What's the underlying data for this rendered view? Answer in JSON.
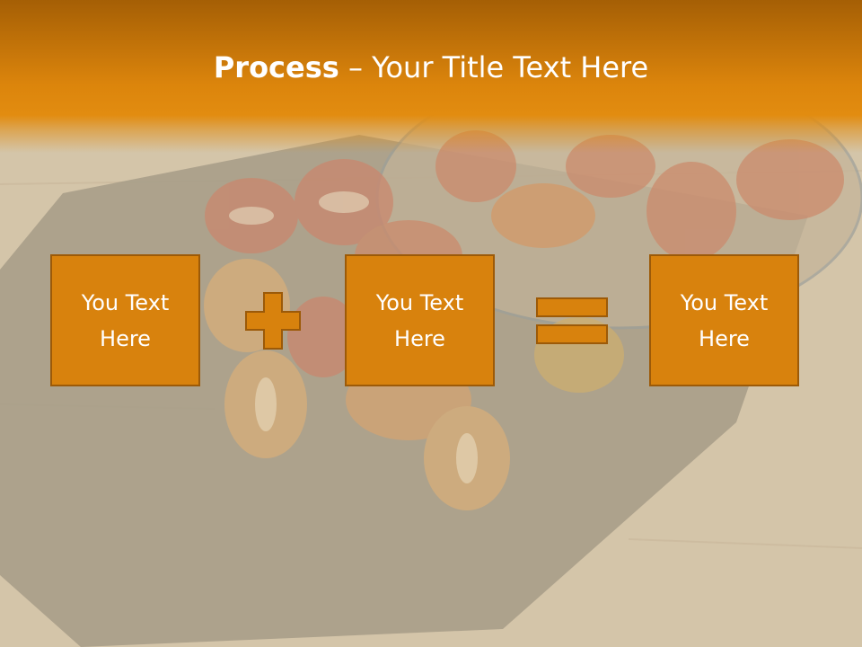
{
  "slide": {
    "title_bold": "Process",
    "title_dash": " – ",
    "title_rest": "Your Title Text Here"
  },
  "boxes": [
    {
      "line1": "You Text",
      "line2": "Here"
    },
    {
      "line1": "You Text",
      "line2": "Here"
    },
    {
      "line1": "You Text",
      "line2": "Here"
    }
  ],
  "operators": {
    "first": "plus-icon",
    "second": "equals-icon"
  },
  "colors": {
    "header_orange": "#dc850c",
    "box_fill": "#d8820d",
    "box_border": "#9c5a08",
    "text": "#ffffff"
  }
}
